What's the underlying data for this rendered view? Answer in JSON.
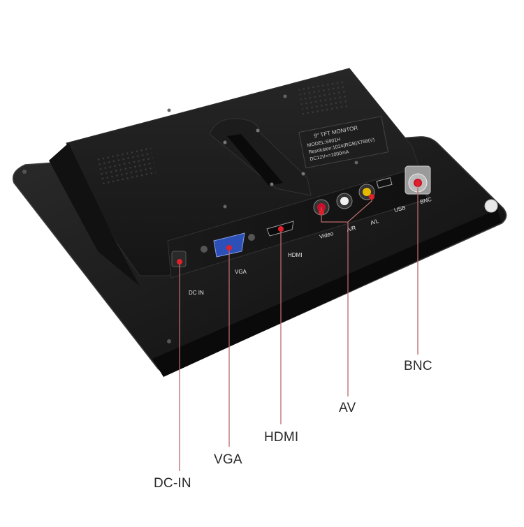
{
  "product": {
    "plate_title": "9\" TFT MONITOR",
    "plate_model": "MODEL:S901H",
    "plate_resolution": "Resolution:1024(RGB)X768(V)",
    "plate_power": "DC12V==1000mA"
  },
  "port_labels": {
    "dc_in": "DC  IN",
    "vga": "VGA",
    "hdmi": "HDMI",
    "video": "Video",
    "audio_r": "A/R",
    "audio_l": "A/L",
    "usb": "USB",
    "bnc": "BNC"
  },
  "callouts": {
    "dc_in": "DC-IN",
    "vga": "VGA",
    "hdmi": "HDMI",
    "av": "AV",
    "bnc": "BNC"
  },
  "colors": {
    "leader_line": "#b86a6a",
    "dot": "#e0202a",
    "body": "#141414"
  }
}
